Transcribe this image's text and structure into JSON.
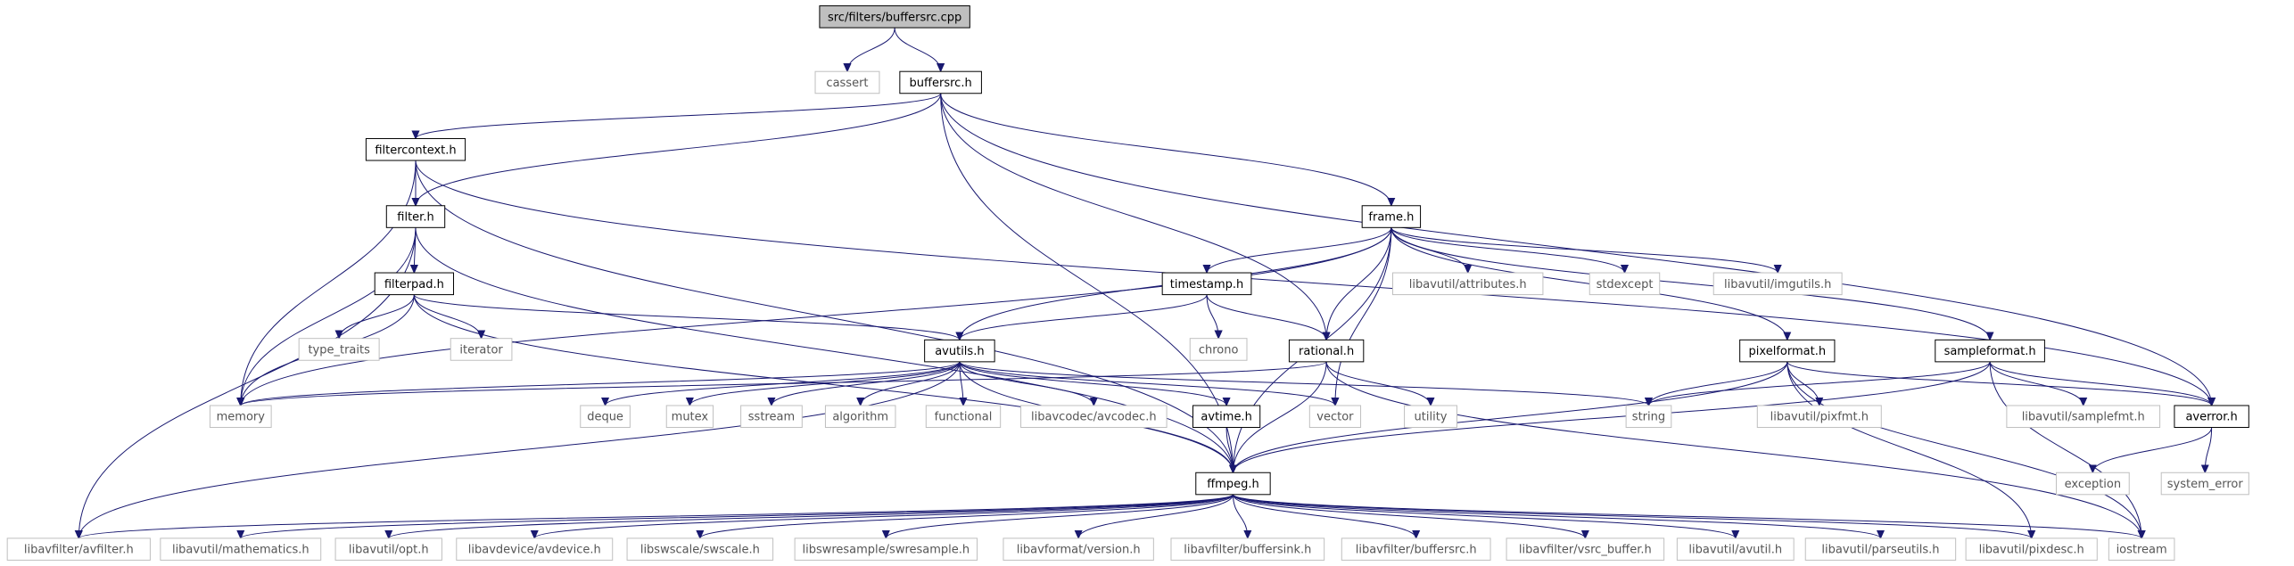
{
  "title": "src/filters/buffersrc.cpp",
  "colors": {
    "edge": "#191970",
    "root_fill": "#bfbfbf",
    "node_border": "#000000",
    "external_border": "#bfbfbf"
  },
  "nodes": [
    {
      "id": "root",
      "label": "src/filters/buffersrc.cpp",
      "kind": "root"
    },
    {
      "id": "cassert",
      "label": "cassert",
      "kind": "external"
    },
    {
      "id": "buffersrc_h",
      "label": "buffersrc.h",
      "kind": "local"
    },
    {
      "id": "filtercontext_h",
      "label": "filtercontext.h",
      "kind": "local"
    },
    {
      "id": "filter_h",
      "label": "filter.h",
      "kind": "local"
    },
    {
      "id": "frame_h",
      "label": "frame.h",
      "kind": "local"
    },
    {
      "id": "filterpad_h",
      "label": "filterpad.h",
      "kind": "local"
    },
    {
      "id": "timestamp_h",
      "label": "timestamp.h",
      "kind": "local"
    },
    {
      "id": "libavutil_attributes_h",
      "label": "libavutil/attributes.h",
      "kind": "external"
    },
    {
      "id": "stdexcept",
      "label": "stdexcept",
      "kind": "external"
    },
    {
      "id": "libavutil_imgutils_h",
      "label": "libavutil/imgutils.h",
      "kind": "external"
    },
    {
      "id": "type_traits",
      "label": "type_traits",
      "kind": "external"
    },
    {
      "id": "iterator",
      "label": "iterator",
      "kind": "external"
    },
    {
      "id": "avutils_h",
      "label": "avutils.h",
      "kind": "local"
    },
    {
      "id": "chrono",
      "label": "chrono",
      "kind": "external"
    },
    {
      "id": "rational_h",
      "label": "rational.h",
      "kind": "local"
    },
    {
      "id": "pixelformat_h",
      "label": "pixelformat.h",
      "kind": "local"
    },
    {
      "id": "sampleformat_h",
      "label": "sampleformat.h",
      "kind": "local"
    },
    {
      "id": "memory",
      "label": "memory",
      "kind": "external"
    },
    {
      "id": "deque",
      "label": "deque",
      "kind": "external"
    },
    {
      "id": "mutex",
      "label": "mutex",
      "kind": "external"
    },
    {
      "id": "sstream",
      "label": "sstream",
      "kind": "external"
    },
    {
      "id": "algorithm",
      "label": "algorithm",
      "kind": "external"
    },
    {
      "id": "functional",
      "label": "functional",
      "kind": "external"
    },
    {
      "id": "libavcodec_avcodec_h",
      "label": "libavcodec/avcodec.h",
      "kind": "external"
    },
    {
      "id": "avtime_h",
      "label": "avtime.h",
      "kind": "local"
    },
    {
      "id": "vector",
      "label": "vector",
      "kind": "external"
    },
    {
      "id": "utility",
      "label": "utility",
      "kind": "external"
    },
    {
      "id": "string",
      "label": "string",
      "kind": "external"
    },
    {
      "id": "libavutil_pixfmt_h",
      "label": "libavutil/pixfmt.h",
      "kind": "external"
    },
    {
      "id": "libavutil_samplefmt_h",
      "label": "libavutil/samplefmt.h",
      "kind": "external"
    },
    {
      "id": "averror_h",
      "label": "averror.h",
      "kind": "local"
    },
    {
      "id": "ffmpeg_h",
      "label": "ffmpeg.h",
      "kind": "local"
    },
    {
      "id": "exception",
      "label": "exception",
      "kind": "external"
    },
    {
      "id": "system_error",
      "label": "system_error",
      "kind": "external"
    },
    {
      "id": "libavfilter_avfilter_h",
      "label": "libavfilter/avfilter.h",
      "kind": "external"
    },
    {
      "id": "libavutil_mathematics_h",
      "label": "libavutil/mathematics.h",
      "kind": "external"
    },
    {
      "id": "libavutil_opt_h",
      "label": "libavutil/opt.h",
      "kind": "external"
    },
    {
      "id": "libavdevice_avdevice_h",
      "label": "libavdevice/avdevice.h",
      "kind": "external"
    },
    {
      "id": "libswscale_swscale_h",
      "label": "libswscale/swscale.h",
      "kind": "external"
    },
    {
      "id": "libswresample_swresample_h",
      "label": "libswresample/swresample.h",
      "kind": "external"
    },
    {
      "id": "libavformat_version_h",
      "label": "libavformat/version.h",
      "kind": "external"
    },
    {
      "id": "libavfilter_buffersink_h",
      "label": "libavfilter/buffersink.h",
      "kind": "external"
    },
    {
      "id": "libavfilter_buffersrc_h",
      "label": "libavfilter/buffersrc.h",
      "kind": "external"
    },
    {
      "id": "libavfilter_vsrc_buffer_h",
      "label": "libavfilter/vsrc_buffer.h",
      "kind": "external"
    },
    {
      "id": "libavutil_avutil_h",
      "label": "libavutil/avutil.h",
      "kind": "external"
    },
    {
      "id": "libavutil_parseutils_h",
      "label": "libavutil/parseutils.h",
      "kind": "external"
    },
    {
      "id": "libavutil_pixdesc_h",
      "label": "libavutil/pixdesc.h",
      "kind": "external"
    },
    {
      "id": "iostream",
      "label": "iostream",
      "kind": "external"
    }
  ],
  "edges": [
    [
      "root",
      "cassert"
    ],
    [
      "root",
      "buffersrc_h"
    ],
    [
      "buffersrc_h",
      "filtercontext_h"
    ],
    [
      "buffersrc_h",
      "filter_h"
    ],
    [
      "buffersrc_h",
      "ffmpeg_h"
    ],
    [
      "buffersrc_h",
      "rational_h"
    ],
    [
      "buffersrc_h",
      "frame_h"
    ],
    [
      "buffersrc_h",
      "averror_h"
    ],
    [
      "filtercontext_h",
      "filter_h"
    ],
    [
      "filtercontext_h",
      "memory"
    ],
    [
      "filtercontext_h",
      "ffmpeg_h"
    ],
    [
      "filtercontext_h",
      "averror_h"
    ],
    [
      "filter_h",
      "filterpad_h"
    ],
    [
      "filter_h",
      "memory"
    ],
    [
      "filter_h",
      "libavfilter_avfilter_h"
    ],
    [
      "filter_h",
      "ffmpeg_h"
    ],
    [
      "filterpad_h",
      "type_traits"
    ],
    [
      "filterpad_h",
      "iterator"
    ],
    [
      "filterpad_h",
      "memory"
    ],
    [
      "filterpad_h",
      "avutils_h"
    ],
    [
      "filterpad_h",
      "ffmpeg_h"
    ],
    [
      "frame_h",
      "memory"
    ],
    [
      "frame_h",
      "avutils_h"
    ],
    [
      "frame_h",
      "timestamp_h"
    ],
    [
      "frame_h",
      "rational_h"
    ],
    [
      "frame_h",
      "libavutil_attributes_h"
    ],
    [
      "frame_h",
      "stdexcept"
    ],
    [
      "frame_h",
      "libavutil_imgutils_h"
    ],
    [
      "frame_h",
      "pixelformat_h"
    ],
    [
      "frame_h",
      "sampleformat_h"
    ],
    [
      "frame_h",
      "vector"
    ],
    [
      "frame_h",
      "ffmpeg_h"
    ],
    [
      "timestamp_h",
      "avutils_h"
    ],
    [
      "timestamp_h",
      "chrono"
    ],
    [
      "timestamp_h",
      "rational_h"
    ],
    [
      "avutils_h",
      "memory"
    ],
    [
      "avutils_h",
      "deque"
    ],
    [
      "avutils_h",
      "mutex"
    ],
    [
      "avutils_h",
      "sstream"
    ],
    [
      "avutils_h",
      "algorithm"
    ],
    [
      "avutils_h",
      "functional"
    ],
    [
      "avutils_h",
      "libavcodec_avcodec_h"
    ],
    [
      "avutils_h",
      "avtime_h"
    ],
    [
      "avutils_h",
      "vector"
    ],
    [
      "avutils_h",
      "string"
    ],
    [
      "avutils_h",
      "ffmpeg_h"
    ],
    [
      "avutils_h",
      "libavfilter_avfilter_h"
    ],
    [
      "rational_h",
      "memory"
    ],
    [
      "rational_h",
      "utility"
    ],
    [
      "rational_h",
      "ffmpeg_h"
    ],
    [
      "rational_h",
      "iostream"
    ],
    [
      "avtime_h",
      "ffmpeg_h"
    ],
    [
      "pixelformat_h",
      "string"
    ],
    [
      "pixelformat_h",
      "libavutil_pixfmt_h"
    ],
    [
      "pixelformat_h",
      "ffmpeg_h"
    ],
    [
      "pixelformat_h",
      "averror_h"
    ],
    [
      "pixelformat_h",
      "iostream"
    ],
    [
      "pixelformat_h",
      "libavutil_pixdesc_h"
    ],
    [
      "sampleformat_h",
      "string"
    ],
    [
      "sampleformat_h",
      "libavutil_samplefmt_h"
    ],
    [
      "sampleformat_h",
      "ffmpeg_h"
    ],
    [
      "sampleformat_h",
      "averror_h"
    ],
    [
      "sampleformat_h",
      "iostream"
    ],
    [
      "averror_h",
      "exception"
    ],
    [
      "averror_h",
      "system_error"
    ],
    [
      "ffmpeg_h",
      "libavfilter_avfilter_h"
    ],
    [
      "ffmpeg_h",
      "libavutil_mathematics_h"
    ],
    [
      "ffmpeg_h",
      "libavutil_opt_h"
    ],
    [
      "ffmpeg_h",
      "libavdevice_avdevice_h"
    ],
    [
      "ffmpeg_h",
      "libswscale_swscale_h"
    ],
    [
      "ffmpeg_h",
      "libswresample_swresample_h"
    ],
    [
      "ffmpeg_h",
      "libavformat_version_h"
    ],
    [
      "ffmpeg_h",
      "libavfilter_buffersink_h"
    ],
    [
      "ffmpeg_h",
      "libavfilter_buffersrc_h"
    ],
    [
      "ffmpeg_h",
      "libavfilter_vsrc_buffer_h"
    ],
    [
      "ffmpeg_h",
      "libavutil_avutil_h"
    ],
    [
      "ffmpeg_h",
      "libavutil_parseutils_h"
    ],
    [
      "ffmpeg_h",
      "libavutil_pixdesc_h"
    ],
    [
      "ffmpeg_h",
      "iostream"
    ]
  ]
}
